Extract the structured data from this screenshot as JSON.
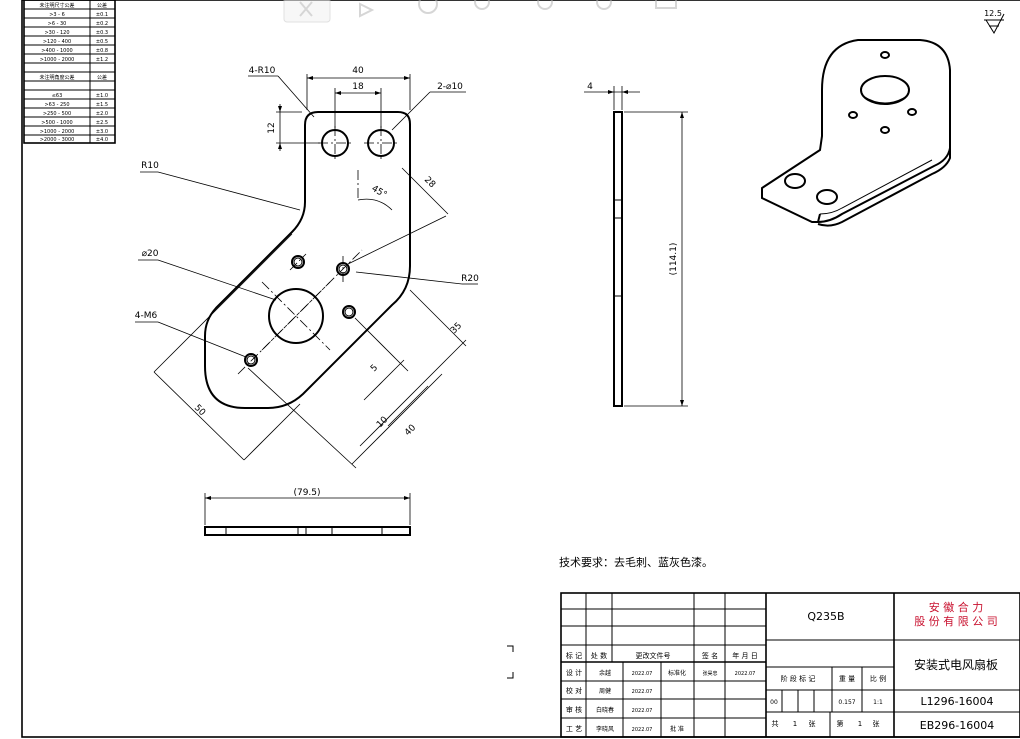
{
  "tolerance_table": {
    "header": [
      "未注明尺寸公差",
      "公差"
    ],
    "rows": [
      [
        ">3 - 6",
        "±0.1"
      ],
      [
        ">6 - 30",
        "±0.2"
      ],
      [
        ">30 - 120",
        "±0.3"
      ],
      [
        ">120 - 400",
        "±0.5"
      ],
      [
        ">400 - 1000",
        "±0.8"
      ],
      [
        ">1000 - 2000",
        "±1.2"
      ],
      [
        "未注明角度公差",
        "公差"
      ],
      [
        "≤63",
        "±1.0"
      ],
      [
        ">63 - 250",
        "±1.5"
      ],
      [
        ">250 - 500",
        "±2.0"
      ],
      [
        ">500 - 1000",
        "±2.5"
      ],
      [
        ">1000 - 2000",
        "±3.0"
      ],
      [
        ">2000 - 3000",
        "±4.0"
      ]
    ]
  },
  "surface_finish": "12.5",
  "front_view": {
    "dims": {
      "width_40": "40",
      "pitch_18": "18",
      "hole_offset_12": "12",
      "corner_radius": "4-R10",
      "holes_2x": "2-⌀10",
      "fillet_r10": "R10",
      "bore": "⌀20",
      "angle": "45°",
      "dim_28": "28",
      "r20": "R20",
      "threads": "4-M6",
      "dim_35": "35",
      "dim_5": "5",
      "dim_10": "10",
      "dim_40_diag": "40",
      "dim_50": "50"
    }
  },
  "side_view": {
    "thickness": "4",
    "height": "(114.1)"
  },
  "bottom_view": {
    "length": "(79.5)"
  },
  "technical_requirements": "技术要求：去毛刺、蓝灰色漆。",
  "title_block": {
    "material": "Q235B",
    "company_line1": "安 徽 合 力",
    "company_line2": "股 份 有 限 公 司",
    "part_name": "安装式电风扇板",
    "drawing_no": "L1296-16004",
    "alt_no": "EB296-16004",
    "labels": {
      "mark": "标 记",
      "count": "处 数",
      "change_doc": "更改文件号",
      "signature": "签 名",
      "date": "年 月 日",
      "design": "设 计",
      "check": "校 对",
      "review": "审 核",
      "process": "工 艺",
      "standardize": "标准化",
      "approve": "批 准",
      "stage_mark": "阶 段 标 记",
      "weight": "重 量",
      "scale": "比 例",
      "total_sheets": "共",
      "sheet_unit": "张",
      "sheet_no": "第",
      "sheet_unit2": "张"
    },
    "values": {
      "designer": "余越",
      "design_date": "2022.07",
      "checker": "周健",
      "check_date": "2022.07",
      "reviewer": "白晓春",
      "review_date": "2022.07",
      "processor": "李晓风",
      "process_date": "2022.07",
      "standardizer": "张昊忠",
      "standardize_date": "2022.07",
      "stage": "00",
      "weight": "0.157",
      "scale": "1:1",
      "total": "1",
      "sheet": "1"
    }
  }
}
